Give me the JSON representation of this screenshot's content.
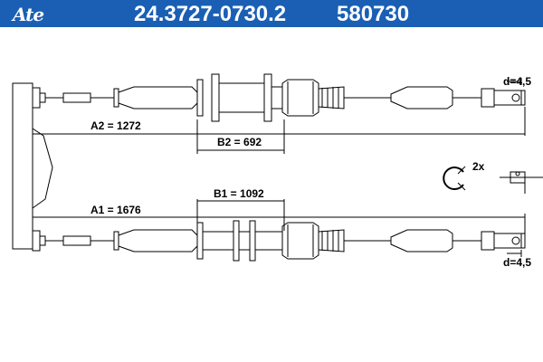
{
  "header": {
    "brand": "Ate",
    "part_number": "24.3727-0730.2",
    "ref_number": "580730"
  },
  "dimensions": {
    "a2": "A2 = 1272",
    "b2": "B2 = 692",
    "b1": "B1 = 1092",
    "a1": "A1 = 1676",
    "d_top": "d=4,5",
    "d_bottom": "d=4,5",
    "clip_qty": "2x"
  },
  "colors": {
    "header_bg": "#1a5fb4",
    "line": "#000000"
  }
}
